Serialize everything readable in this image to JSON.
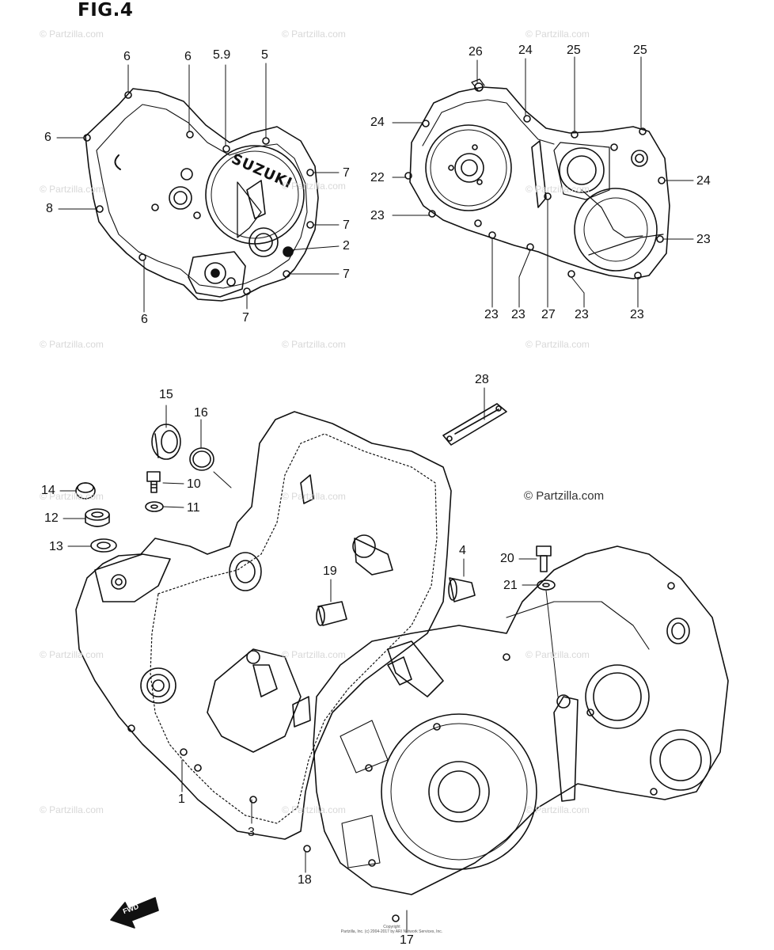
{
  "figure": {
    "title": "FIG.4",
    "brand_watermark": "© Partzilla.com",
    "watermark_text": "© Partzilla.com",
    "embossed_text": "SUZUKI",
    "direction_marker": "FWD",
    "copyright_line1": "Copyright",
    "copyright_line2": "Partzilla, Inc. (c) 2004-2017 by ARI Network Services, Inc."
  },
  "callouts": {
    "c_6a": "6",
    "c_6b": "6",
    "c_59": "5.9",
    "c_5": "5",
    "c_6c": "6",
    "c_7a": "7",
    "c_8": "8",
    "c_7b": "7",
    "c_2": "2",
    "c_7c": "7",
    "c_6d": "6",
    "c_7d": "7",
    "c_26": "26",
    "c_24a": "24",
    "c_25a": "25",
    "c_25b": "25",
    "c_24b": "24",
    "c_22": "22",
    "c_24c": "24",
    "c_23a": "23",
    "c_23b": "23",
    "c_23c": "23",
    "c_23d": "23",
    "c_27": "27",
    "c_23e": "23",
    "c_23f": "23",
    "c_28": "28",
    "c_15": "15",
    "c_16": "16",
    "c_14": "14",
    "c_10": "10",
    "c_12": "12",
    "c_11": "11",
    "c_13": "13",
    "c_4": "4",
    "c_20": "20",
    "c_19": "19",
    "c_21": "21",
    "c_1": "1",
    "c_3": "3",
    "c_18": "18",
    "c_17": "17"
  }
}
